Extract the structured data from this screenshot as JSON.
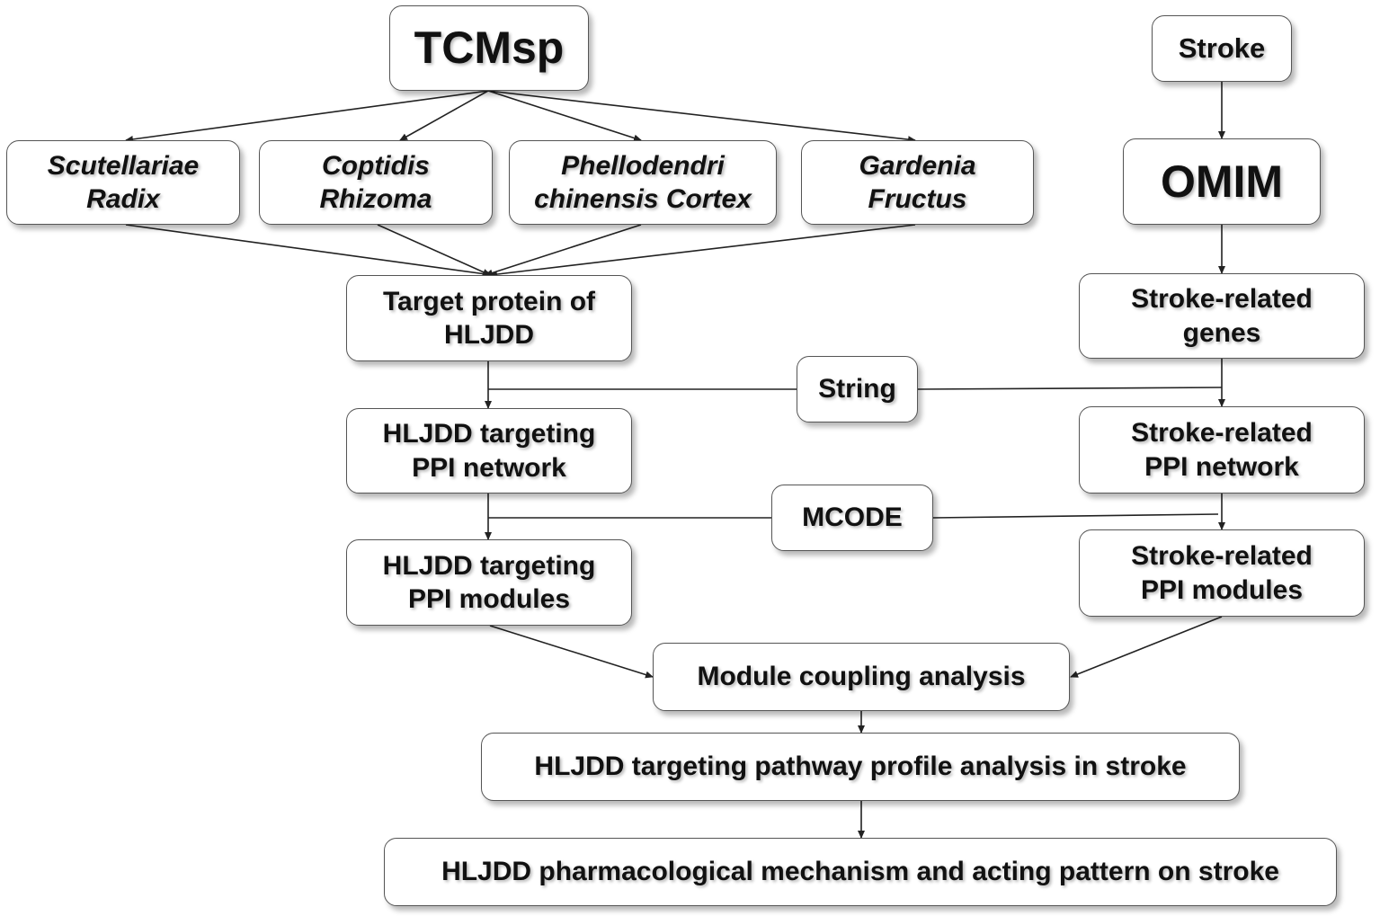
{
  "nodes": {
    "tcmsp": "TCMsp",
    "stroke": "Stroke",
    "omim": "OMIM",
    "herb1": {
      "line1": "Scutellariae",
      "line2": "Radix"
    },
    "herb2": {
      "line1": "Coptidis",
      "line2": "Rhizoma"
    },
    "herb3": {
      "line1": "Phellodendri",
      "line2": "chinensis Cortex"
    },
    "herb4": {
      "line1": "Gardenia",
      "line2": "Fructus"
    },
    "target_protein": {
      "line1": "Target protein of",
      "line2": "HLJDD"
    },
    "stroke_genes": {
      "line1": "Stroke-related",
      "line2": "genes"
    },
    "string": "String",
    "hljdd_ppi_network": {
      "line1": "HLJDD targeting",
      "line2": "PPI network"
    },
    "stroke_ppi_network": {
      "line1": "Stroke-related",
      "line2": "PPI network"
    },
    "mcode": "MCODE",
    "hljdd_ppi_modules": {
      "line1": "HLJDD targeting",
      "line2": "PPI modules"
    },
    "stroke_ppi_modules": {
      "line1": "Stroke-related",
      "line2": "PPI modules"
    },
    "module_coupling": "Module coupling analysis",
    "pathway_profile": "HLJDD targeting pathway profile analysis in stroke",
    "mechanism": "HLJDD pharmacological mechanism and acting pattern on stroke"
  },
  "colors": {
    "line": "#222222",
    "border": "#555555"
  }
}
